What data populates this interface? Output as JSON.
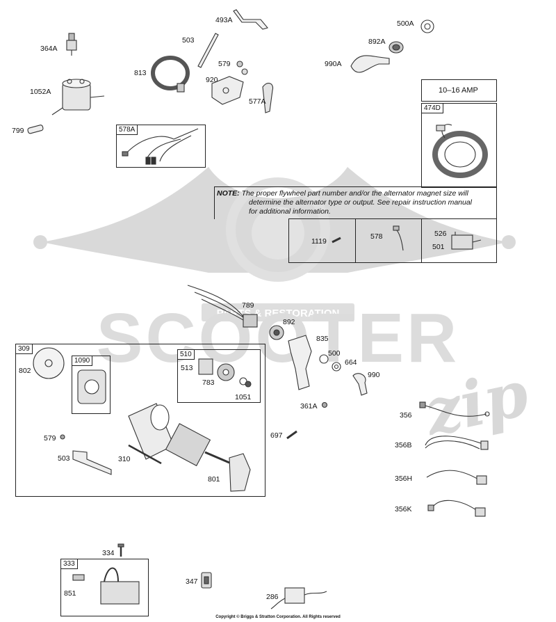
{
  "watermark": {
    "brand": "SCOOTER",
    "brand_script": "zip",
    "badge_text": "PARTS & RESTORATION"
  },
  "note": {
    "prefix": "NOTE:",
    "lines": [
      "The proper flywheel part number and/or the alternator magnet size will",
      "determine the alternator type or output. See repair instruction manual",
      "for additional information."
    ]
  },
  "groups": {
    "g578A": "578A",
    "g474D": "474D",
    "amp": "10–16 AMP",
    "g309": "309",
    "g1090": "1090",
    "g510": "510",
    "g333": "333"
  },
  "labels": {
    "p364A": "364A",
    "p1052A": "1052A",
    "p799": "799",
    "p503a": "503",
    "p493A": "493A",
    "p813": "813",
    "p579a": "579",
    "p920": "920",
    "p577A": "577A",
    "p500A": "500A",
    "p892A": "892A",
    "p990A": "990A",
    "p1119": "1119",
    "p578": "578",
    "p526": "526",
    "p501": "501",
    "p789": "789",
    "p892": "892",
    "p835": "835",
    "p500": "500",
    "p664": "664",
    "p990": "990",
    "p361A": "361A",
    "p697": "697",
    "p802": "802",
    "p513": "513",
    "p783": "783",
    "p1051": "1051",
    "p579b": "579",
    "p503b": "503",
    "p310": "310",
    "p801": "801",
    "p356": "356",
    "p356B": "356B",
    "p356H": "356H",
    "p356K": "356K",
    "p334": "334",
    "p851": "851",
    "p347": "347",
    "p286": "286"
  },
  "copyright": "Copyright © Briggs & Stratton Corporation. All Rights reserved"
}
